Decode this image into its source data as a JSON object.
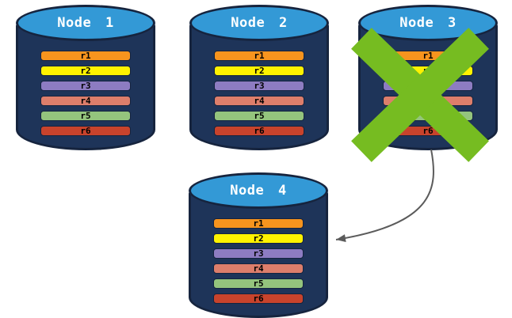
{
  "colors": {
    "background": "#FFFFFF",
    "cylinder_body": "#1E3459",
    "cylinder_top": "#3399D6",
    "cylinder_outline": "#16243E",
    "bar_outline": "#14233F",
    "title_text": "#FFFFFF",
    "bar_text": "#000000",
    "failure_cross": "#76BC21",
    "arrow": "#5B5B5B"
  },
  "icons": {
    "failure_cross": "green-x-mark-over-node-3",
    "arrow": "curved-arrow-from-node-3-to-node-4"
  },
  "nodes": [
    {
      "label": "Node 1",
      "rows": [
        {
          "label": "r1",
          "color": "#F7941E"
        },
        {
          "label": "r2",
          "color": "#FFF200"
        },
        {
          "label": "r3",
          "color": "#8D7CC2"
        },
        {
          "label": "r4",
          "color": "#DD7E6B"
        },
        {
          "label": "r5",
          "color": "#94C47D"
        },
        {
          "label": "r6",
          "color": "#C8432C"
        }
      ]
    },
    {
      "label": "Node 2",
      "rows": [
        {
          "label": "r1",
          "color": "#F7941E"
        },
        {
          "label": "r2",
          "color": "#FFF200"
        },
        {
          "label": "r3",
          "color": "#8D7CC2"
        },
        {
          "label": "r4",
          "color": "#DD7E6B"
        },
        {
          "label": "r5",
          "color": "#94C47D"
        },
        {
          "label": "r6",
          "color": "#C8432C"
        }
      ]
    },
    {
      "label": "Node 3",
      "rows": [
        {
          "label": "r1",
          "color": "#F7941E"
        },
        {
          "label": "r2",
          "color": "#FFF200"
        },
        {
          "label": "r3",
          "color": "#8D7CC2"
        },
        {
          "label": "r4",
          "color": "#DD7E6B"
        },
        {
          "label": "r5",
          "color": "#94C47D"
        },
        {
          "label": "r6",
          "color": "#C8432C"
        }
      ]
    },
    {
      "label": "Node 4",
      "rows": [
        {
          "label": "r1",
          "color": "#F7941E"
        },
        {
          "label": "r2",
          "color": "#FFF200"
        },
        {
          "label": "r3",
          "color": "#8D7CC2"
        },
        {
          "label": "r4",
          "color": "#DD7E6B"
        },
        {
          "label": "r5",
          "color": "#94C47D"
        },
        {
          "label": "r6",
          "color": "#C8432C"
        }
      ]
    }
  ]
}
